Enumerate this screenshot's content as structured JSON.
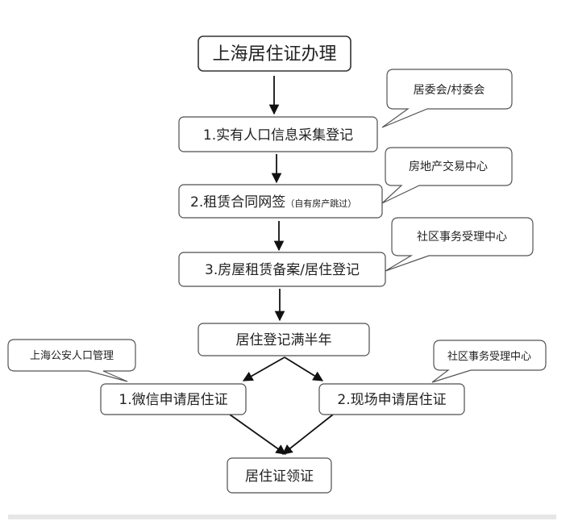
{
  "title": "上海居住证办理",
  "steps": {
    "s1": "1.实有人口信息采集登记",
    "s2_main": "2.租赁合同网签",
    "s2_note": "（自有房产跳过）",
    "s3": "3.房屋租赁备案/居住登记",
    "s4": "居住登记满半年",
    "s5a": "1.微信申请居住证",
    "s5b": "2.现场申请居住证",
    "s6": "居住证领证"
  },
  "bubbles": {
    "b1": "居委会/村委会",
    "b2": "房地产交易中心",
    "b3": "社区事务受理中心",
    "b4": "上海公安人口管理",
    "b5": "社区事务受理中心"
  }
}
